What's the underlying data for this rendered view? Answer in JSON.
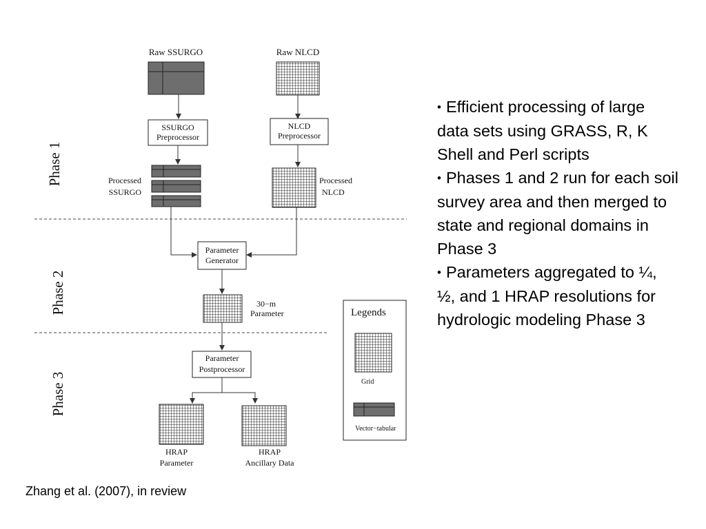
{
  "diagram": {
    "phases": {
      "phase1": "Phase 1",
      "phase2": "Phase 2",
      "phase3": "Phase 3"
    },
    "sources": {
      "raw_ssurgo": "Raw SSURGO",
      "raw_nlcd": "Raw NLCD"
    },
    "ssurgo_preprocessor": [
      "SSURGO",
      "Preprocessor"
    ],
    "nlcd_preprocessor": [
      "NLCD",
      "Preprocessor"
    ],
    "processed_ssurgo": [
      "Processed",
      "SSURGO"
    ],
    "processed_nlcd": [
      "Processed",
      "NLCD"
    ],
    "parameter_generator": [
      "Parameter",
      "Generator"
    ],
    "parameter_30m": [
      "30−m",
      "Parameter"
    ],
    "parameter_postprocessor": [
      "Parameter",
      "Postprocessor"
    ],
    "hrap_parameter": [
      "HRAP",
      "Parameter"
    ],
    "hrap_ancillary": [
      "HRAP",
      "Ancillary Data"
    ],
    "legend": {
      "title": "Legends",
      "grid_label": "Grid",
      "vector_label": "Vector−tabular"
    },
    "colors": {
      "vector_fill": "#6e6e6e",
      "line": "#222222"
    }
  },
  "bullets": [
    "Efficient processing of large data sets using GRASS, R, K Shell and Perl scripts",
    "Phases 1 and 2 run for each soil survey area and then merged to state and regional domains in Phase 3",
    "Parameters aggregated to ¼, ½, and 1 HRAP resolutions for hydrologic modeling Phase 3"
  ],
  "bullet_marker": "•",
  "citation": "Zhang et al. (2007), in review"
}
